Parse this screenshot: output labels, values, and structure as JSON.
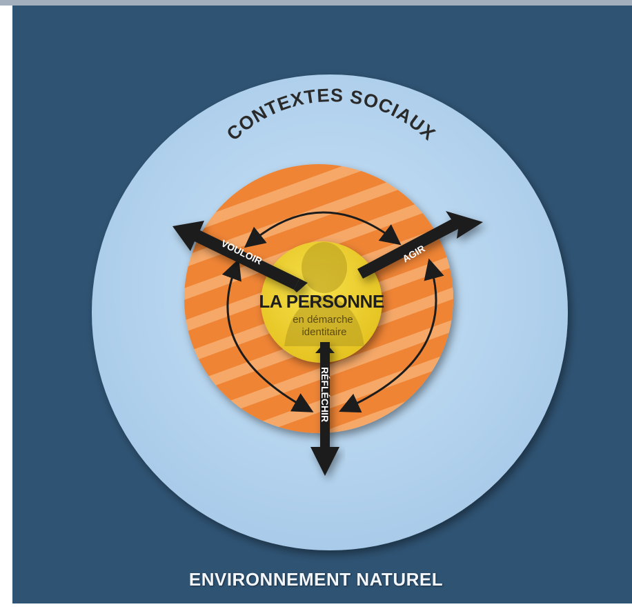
{
  "outer_label": "CONTEXTES SOCIAUX",
  "environment_label": "ENVIRONNEMENT NATUREL",
  "center": {
    "title": "LA PERSONNE",
    "subtitle_line1": "en démarche",
    "subtitle_line2": "identitaire"
  },
  "arrows": {
    "left": "VOULOIR",
    "right": "AGIR",
    "bottom": "RÉFLÉCHIR"
  },
  "colors": {
    "background": "#2f5373",
    "outer_circle": "#b9d7f0",
    "ring": "#f08a3c",
    "ring_stripe": "#f6ae72",
    "center": "#f2d63a",
    "arrow": "#1c1c1c"
  }
}
